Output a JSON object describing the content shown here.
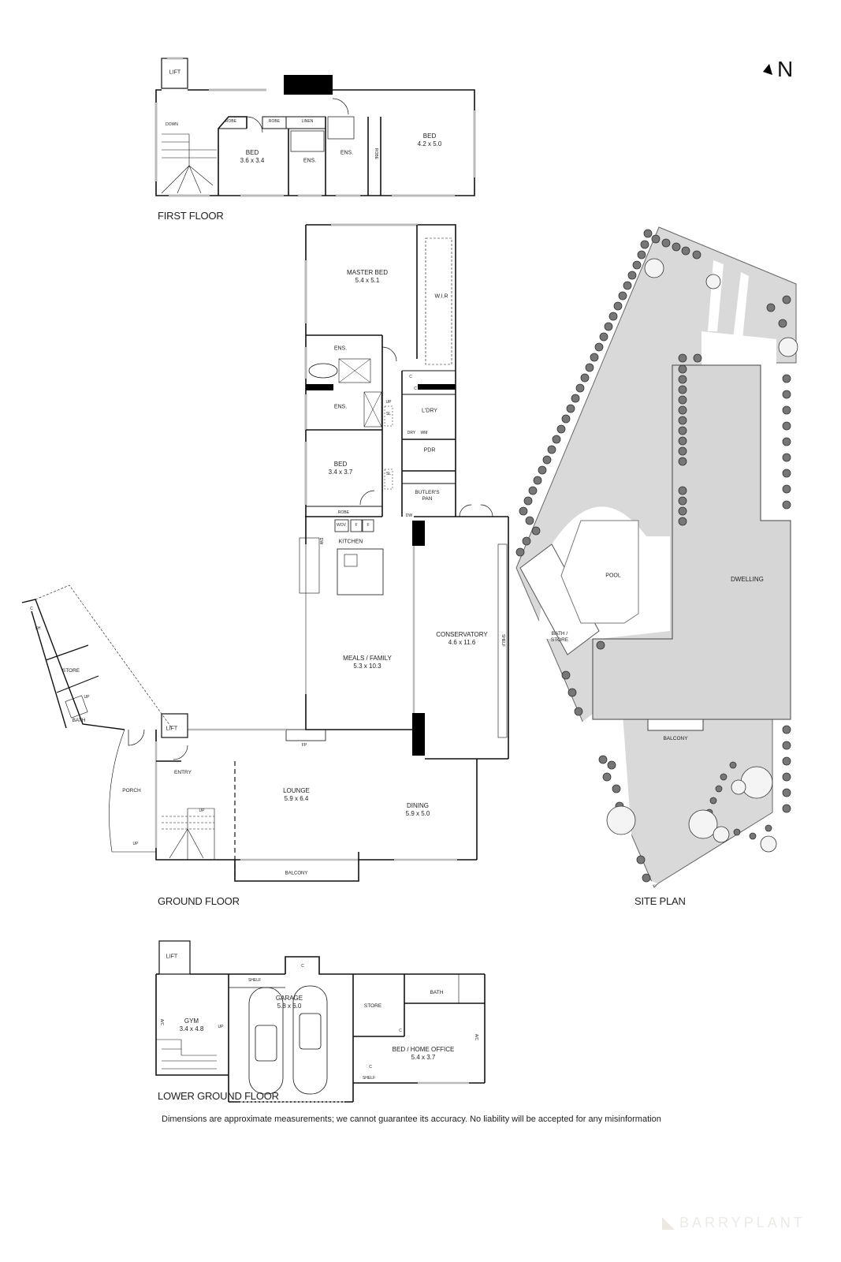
{
  "compass": {
    "label": "N"
  },
  "first_floor": {
    "title": "FIRST FLOOR",
    "rooms": [
      {
        "name": "LIFT"
      },
      {
        "name": "DOWN"
      },
      {
        "name": "ROBE"
      },
      {
        "name": "ROBE"
      },
      {
        "name": "LINEN"
      },
      {
        "name": "BED",
        "dims": "3.6 x 3.4"
      },
      {
        "name": "ENS."
      },
      {
        "name": "ENS."
      },
      {
        "name": "ROBE"
      },
      {
        "name": "BED",
        "dims": "4.2 x 5.0"
      }
    ]
  },
  "ground_floor": {
    "title": "GROUND FLOOR",
    "rooms": [
      {
        "name": "MASTER BED",
        "dims": "5.4 x 5.1"
      },
      {
        "name": "W.I.R"
      },
      {
        "name": "ENS."
      },
      {
        "name": "ENS."
      },
      {
        "name": "BED",
        "dims": "3.4 x 3.7"
      },
      {
        "name": "ROBE"
      },
      {
        "name": "L'DRY"
      },
      {
        "name": "DRY"
      },
      {
        "name": "WM"
      },
      {
        "name": "PDR"
      },
      {
        "name": "BUTLER'S PAN"
      },
      {
        "name": "DW"
      },
      {
        "name": "C"
      },
      {
        "name": "C"
      },
      {
        "name": "UP"
      },
      {
        "name": "SL"
      },
      {
        "name": "SL"
      },
      {
        "name": "KITCHEN"
      },
      {
        "name": "WOV"
      },
      {
        "name": "F"
      },
      {
        "name": "F"
      },
      {
        "name": "DW"
      },
      {
        "name": "MEALS / FAMILY",
        "dims": "5.3 x 10.3"
      },
      {
        "name": "CONSERVATORY",
        "dims": "4.6 x 11.6"
      },
      {
        "name": "SHELF"
      },
      {
        "name": "FP"
      },
      {
        "name": "LOUNGE",
        "dims": "5.9 x 6.4"
      },
      {
        "name": "DINING",
        "dims": "5.9 x 5.0"
      },
      {
        "name": "BALCONY"
      },
      {
        "name": "LIFT"
      },
      {
        "name": "ENTRY"
      },
      {
        "name": "UP"
      },
      {
        "name": "PORCH"
      },
      {
        "name": "UP"
      },
      {
        "name": "STORE"
      },
      {
        "name": "BATH"
      },
      {
        "name": "UP"
      },
      {
        "name": "C"
      },
      {
        "name": "SH"
      }
    ]
  },
  "lower_ground_floor": {
    "title": "LOWER GROUND FLOOR",
    "rooms": [
      {
        "name": "LIFT"
      },
      {
        "name": "GYM",
        "dims": "3.4 x 4.8"
      },
      {
        "name": "A/C"
      },
      {
        "name": "UP"
      },
      {
        "name": "SHELF"
      },
      {
        "name": "C"
      },
      {
        "name": "GARAGE",
        "dims": "5.8 x 6.0"
      },
      {
        "name": "STORE"
      },
      {
        "name": "C"
      },
      {
        "name": "BATH"
      },
      {
        "name": "BED / HOME OFFICE",
        "dims": "5.4 x 3.7"
      },
      {
        "name": "A/C"
      },
      {
        "name": "C"
      },
      {
        "name": "SHELF"
      }
    ]
  },
  "site_plan": {
    "title": "SITE PLAN",
    "areas": [
      {
        "name": "POOL"
      },
      {
        "name": "DWELLING"
      },
      {
        "name": "BATH / STORE"
      },
      {
        "name": "BALCONY"
      }
    ],
    "colors": {
      "lawn": "#d9d9d9",
      "dwelling": "#d6d6d6",
      "tree": "#555555"
    }
  },
  "disclaimer": "Dimensions are approximate measurements; we cannot guarantee its accuracy. No liability will be accepted for any misinformation",
  "brand": {
    "name": "BARRYPLANT"
  }
}
